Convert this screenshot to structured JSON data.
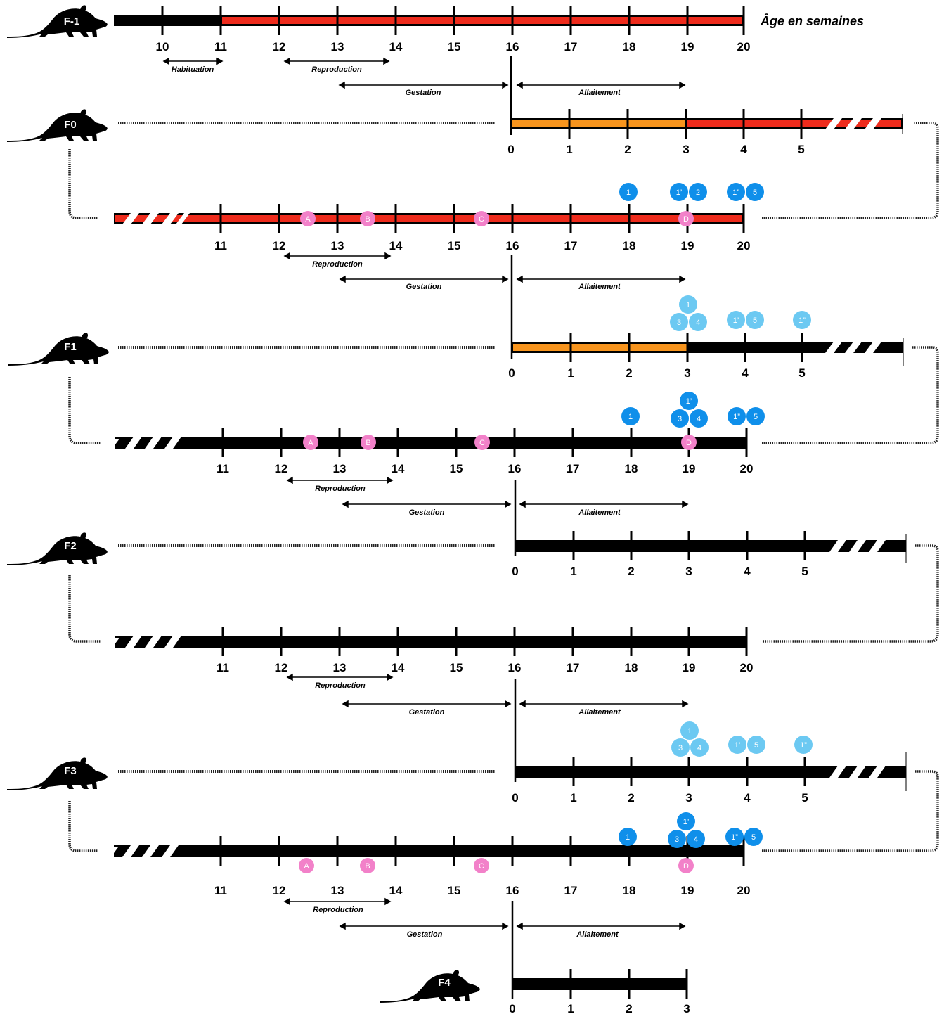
{
  "title": "Âge en semaines",
  "colors": {
    "black": "#000000",
    "red": "#ee2b1c",
    "orange": "#f7941d",
    "pink": "#f281c9",
    "blue": "#0f8fea",
    "light_blue": "#6cc9f2"
  },
  "icons": [
    "rat-silhouette-icon"
  ],
  "generations": [
    "F-1",
    "F0",
    "F1",
    "F2",
    "F3",
    "F4"
  ],
  "phases": {
    "habituation": "Habituation",
    "reproduction": "Reproduction",
    "gestation": "Gestation",
    "allaitement": "Allaitement"
  },
  "week_ticks_f_minus1": [
    "10",
    "11",
    "12",
    "13",
    "14",
    "15",
    "16",
    "17",
    "18",
    "19",
    "20"
  ],
  "week_ticks_adult": [
    "11",
    "12",
    "13",
    "14",
    "15",
    "16",
    "17",
    "18",
    "19",
    "20"
  ],
  "week_ticks_pup": [
    "0",
    "1",
    "2",
    "3",
    "4",
    "5"
  ],
  "week_ticks_f4": [
    "0",
    "1",
    "2",
    "3"
  ],
  "pink_markers": [
    "A",
    "B",
    "C",
    "D"
  ],
  "blue_markers_adult": [
    "1",
    "1’",
    "2",
    "1”",
    "5"
  ],
  "blue_markers_adult_cluster": [
    "1",
    "1’",
    "3",
    "4",
    "1”",
    "5"
  ],
  "light_blue_markers_pup": [
    "1",
    "3",
    "4",
    "1’",
    "5",
    "1”"
  ]
}
